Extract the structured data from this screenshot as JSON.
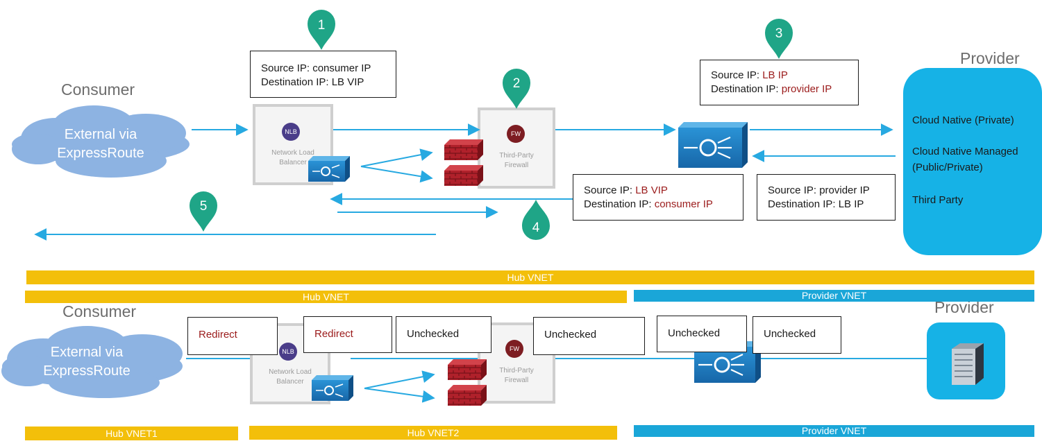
{
  "top": {
    "consumer_title": "Consumer",
    "provider_title": "Provider",
    "cloud": {
      "line1": "External via",
      "line2": "ExpressRoute"
    },
    "nlb_card": {
      "badge": "NLB",
      "line1": "Network Load",
      "line2": "Balancer"
    },
    "fw_card": {
      "badge": "FW",
      "line1": "Third-Party",
      "line2": "Firewall"
    },
    "markers": [
      "1",
      "2",
      "3",
      "4",
      "5"
    ],
    "box1": {
      "src_label": "Source IP: ",
      "src_value": "consumer IP",
      "dst_label": "Destination IP: ",
      "dst_value": "LB VIP"
    },
    "box3": {
      "src_label": "Source IP: ",
      "src_value": "LB IP",
      "dst_label": "Destination IP: ",
      "dst_value": "provider IP"
    },
    "box4": {
      "src_label": "Source IP: ",
      "src_value": "LB VIP",
      "dst_label": "Destination IP: ",
      "dst_value": "consumer IP"
    },
    "box_return": {
      "src_label": "Source IP: ",
      "src_value": "provider IP",
      "dst_label": "Destination IP: ",
      "dst_value": "LB IP"
    },
    "provider_items": [
      "Cloud Native (Private)",
      "Cloud Native Managed",
      "(Public/Private)",
      "Third Party"
    ]
  },
  "bars": {
    "hub_vnet_full": "Hub VNET",
    "hub_vnet": "Hub VNET",
    "provider_vnet_top": "Provider VNET",
    "hub_vnet1": "Hub VNET1",
    "hub_vnet2": "Hub VNET2",
    "provider_vnet_bottom": "Provider VNET"
  },
  "bottom": {
    "consumer_title": "Consumer",
    "provider_title": "Provider",
    "cloud": {
      "line1": "External via",
      "line2": "ExpressRoute"
    },
    "nlb_card": {
      "badge": "NLB",
      "line1": "Network Load",
      "line2": "Balancer"
    },
    "fw_card": {
      "badge": "FW",
      "line1": "Third-Party",
      "line2": "Firewall"
    },
    "tags": [
      "Redirect",
      "Redirect",
      "Unchecked",
      "Unchecked",
      "Unchecked",
      "Unchecked"
    ]
  },
  "colors": {
    "arrow": "#27a9e1",
    "marker": "#1fa587",
    "yellow_bar": "#f3bf0a",
    "blue_bar": "#1aa6d8",
    "provider_blue": "#16b2e6",
    "cloud": "#8db3e2",
    "lb_device": "#1d7fc4",
    "firewall": "#9c1a22",
    "value_red": "#9b1b1b"
  },
  "icons": [
    "load-balancer-icon",
    "firewall-icon",
    "server-icon",
    "cloud-shape",
    "location-pin-icon"
  ]
}
